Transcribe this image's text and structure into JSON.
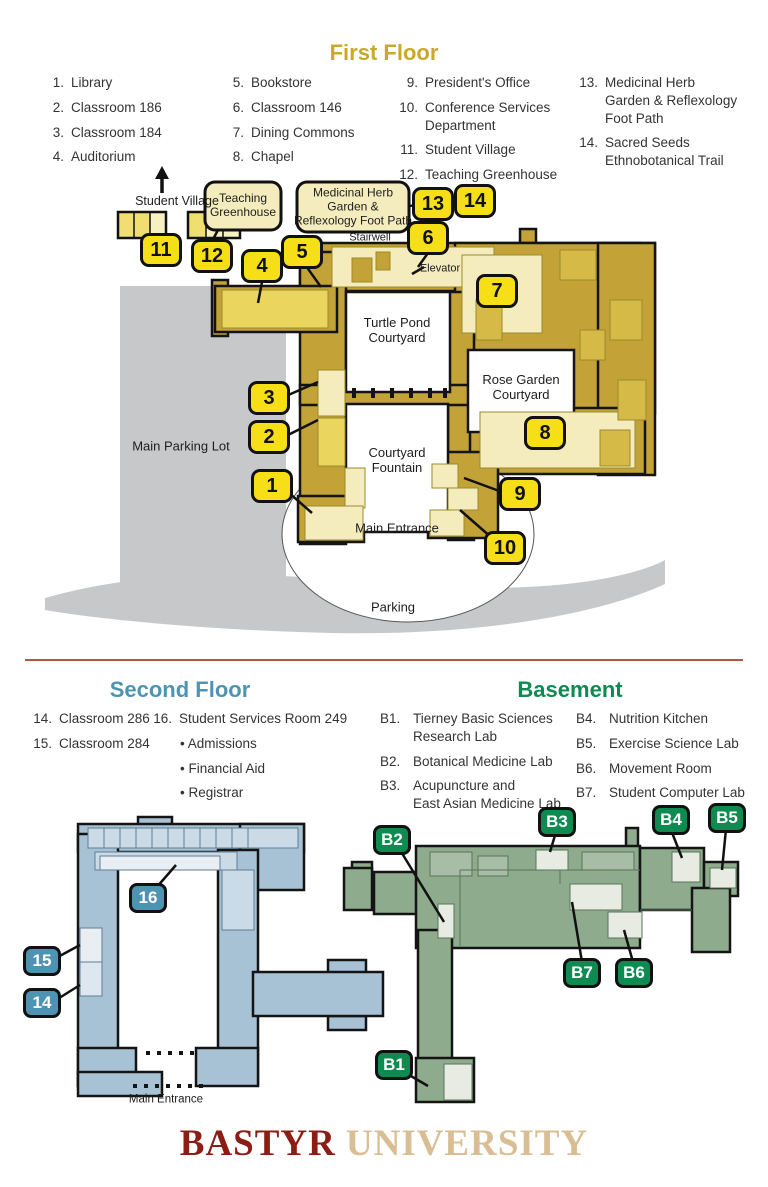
{
  "first_floor": {
    "title": "First Floor",
    "legend_col1": [
      {
        "n": "1.",
        "t": "Library"
      },
      {
        "n": "2.",
        "t": "Classroom 186"
      },
      {
        "n": "3.",
        "t": "Classroom 184"
      },
      {
        "n": "4.",
        "t": "Auditorium"
      }
    ],
    "legend_col2": [
      {
        "n": "5.",
        "t": "Bookstore"
      },
      {
        "n": "6.",
        "t": "Classroom 146"
      },
      {
        "n": "7.",
        "t": "Dining Commons"
      },
      {
        "n": "8.",
        "t": "Chapel"
      }
    ],
    "legend_col3": [
      {
        "n": "9.",
        "t": "President's Office"
      },
      {
        "n": "10.",
        "t": "Conference Services\nDepartment"
      },
      {
        "n": "11.",
        "t": "Student Village"
      },
      {
        "n": "12.",
        "t": "Teaching Greenhouse"
      }
    ],
    "legend_col4": [
      {
        "n": "13.",
        "t": "Medicinal Herb\nGarden & Reflexology\nFoot Path"
      },
      {
        "n": "14.",
        "t": "Sacred Seeds\nEthnobotanical Trail"
      }
    ],
    "badges": [
      "1",
      "2",
      "3",
      "4",
      "5",
      "6",
      "7",
      "8",
      "9",
      "10",
      "11",
      "12",
      "13",
      "14"
    ],
    "labels": {
      "student_village": "Student Village",
      "teaching_greenhouse": "Teaching\nGreenhouse",
      "medicinal_herb": "Medicinal Herb\nGarden &\nReflexology Foot Path",
      "stairwell": "Stairwell",
      "elevator": "Elevator",
      "turtle_pond": "Turtle Pond\nCourtyard",
      "rose_garden": "Rose Garden\nCourtyard",
      "courtyard_fountain": "Courtyard\nFountain",
      "main_parking": "Main Parking Lot",
      "main_entrance": "Main Entrance",
      "parking": "Parking"
    },
    "colors": {
      "title": "#C9A92C",
      "badge": "#F7DF17",
      "building_dark": "#C3A238",
      "building_mid": "#EAD65F",
      "building_pale": "#F5ECBE",
      "parking_grey": "#C6C8CA"
    }
  },
  "second_floor": {
    "title": "Second Floor",
    "legend_col1": [
      {
        "n": "14.",
        "t": "Classroom 286"
      },
      {
        "n": "15.",
        "t": "Classroom 284"
      }
    ],
    "legend_item16": {
      "n": "16.",
      "t": "Student Services Room 249"
    },
    "legend_item16_bullets": [
      "Admissions",
      "Financial Aid",
      "Registrar"
    ],
    "badges": [
      "14",
      "15",
      "16"
    ],
    "labels": {
      "main_entrance": "Main Entrance"
    },
    "colors": {
      "title": "#4E94B2",
      "badge": "#4E94B2",
      "building": "#A8C2D5",
      "room": "#CBDAE7",
      "room_pale": "#E8EEF3"
    }
  },
  "basement": {
    "title": "Basement",
    "legend_col1": [
      {
        "n": "B1.",
        "t": "Tierney Basic Sciences\nResearch Lab"
      },
      {
        "n": "B2.",
        "t": "Botanical Medicine Lab"
      },
      {
        "n": "B3.",
        "t": "Acupuncture and\nEast Asian Medicine Lab"
      }
    ],
    "legend_col2": [
      {
        "n": "B4.",
        "t": "Nutrition Kitchen"
      },
      {
        "n": "B5.",
        "t": "Exercise Science Lab"
      },
      {
        "n": "B6.",
        "t": "Movement Room"
      },
      {
        "n": "B7.",
        "t": "Student Computer Lab"
      }
    ],
    "badges": [
      "B1",
      "B2",
      "B3",
      "B4",
      "B5",
      "B6",
      "B7"
    ],
    "colors": {
      "title": "#0F8A51",
      "badge": "#0F8A51",
      "building": "#8FAB8D",
      "room_pale": "#E7EBE2"
    }
  },
  "footer": {
    "brand_primary": "BASTYR",
    "brand_secondary": "UNIVERSITY",
    "divider_color": "#B05A3F",
    "brand_primary_color": "#8C1D15",
    "brand_secondary_color": "#D8BE92"
  }
}
